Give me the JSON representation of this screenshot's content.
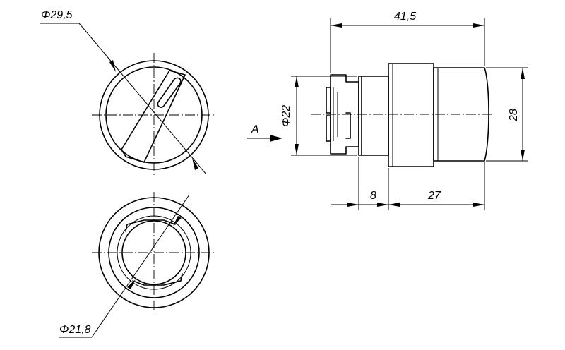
{
  "dimensions": {
    "outer_diameter": "Φ29,5",
    "inner_diameter": "Φ21,8",
    "overall_length": "41,5",
    "mount_diameter": "Φ22",
    "body_height": "28",
    "rear_length": "8",
    "front_length": "27"
  },
  "view_marker": "A"
}
